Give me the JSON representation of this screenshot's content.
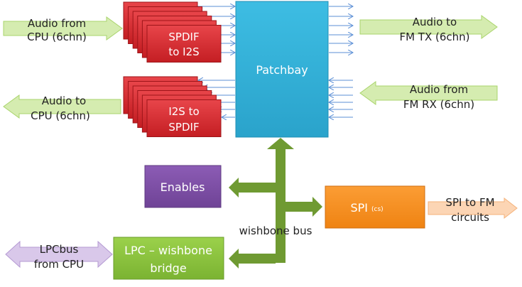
{
  "blocks": {
    "spdif_to_i2s": [
      "SPDIF",
      "to I2S"
    ],
    "i2s_to_spdif": [
      "I2S to",
      "SPDIF"
    ],
    "patchbay": "Patchbay",
    "enables": "Enables",
    "spi": "SPI",
    "spi_sub": "(cs)",
    "lpc_bridge": [
      "LPC – wishbone",
      "bridge"
    ]
  },
  "arrows": {
    "audio_from_cpu": [
      "Audio from",
      "CPU (6chn)"
    ],
    "audio_to_fm_tx": [
      "Audio to",
      "FM TX (6chn)"
    ],
    "audio_to_cpu": [
      "Audio to",
      "CPU (6chn)"
    ],
    "audio_from_fm_rx": [
      "Audio from",
      "FM RX (6chn)"
    ],
    "spi_to_fm": [
      "SPI to FM",
      "circuits"
    ],
    "lpcbus": [
      "LPCbus",
      "from CPU"
    ]
  },
  "bus_label": "wishbone bus",
  "colors": {
    "red_block": "#d9262b",
    "patchbay": "#36b3d8",
    "enables": "#7f4fa6",
    "spi": "#f7901e",
    "lpc": "#8cc63e",
    "bus": "#6f9a32",
    "green_arrow": "#d5ecb0",
    "orange_arrow": "#fcd5b4",
    "purple_arrow": "#d9c8ea",
    "signal_line": "#5b8fd6"
  }
}
